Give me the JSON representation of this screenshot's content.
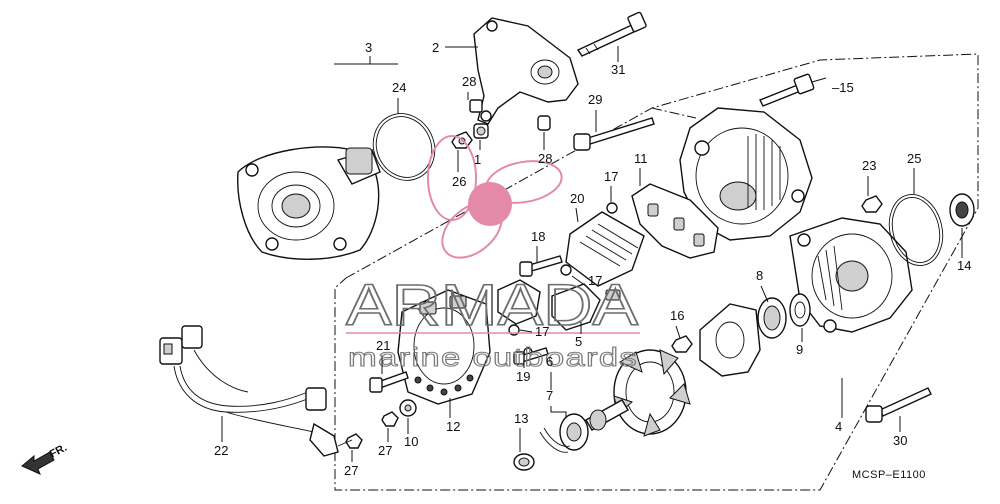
{
  "diagram": {
    "diagram_code": "MCSP–E1100",
    "front_marker": "FR.",
    "watermark": {
      "brand": "ARMADA",
      "tagline": "marine outboards",
      "accent_color": "#e48aa8",
      "line_color": "#6d6d6d"
    },
    "part_numbers": [
      "1",
      "2",
      "3",
      "4",
      "5",
      "6",
      "7",
      "8",
      "9",
      "10",
      "11",
      "12",
      "13",
      "14",
      "15",
      "16",
      "17",
      "17",
      "17",
      "18",
      "19",
      "20",
      "21",
      "22",
      "23",
      "24",
      "25",
      "26",
      "27",
      "27",
      "28",
      "28",
      "29",
      "30",
      "31"
    ],
    "colors": {
      "ink": "#111111",
      "background": "#ffffff"
    }
  }
}
